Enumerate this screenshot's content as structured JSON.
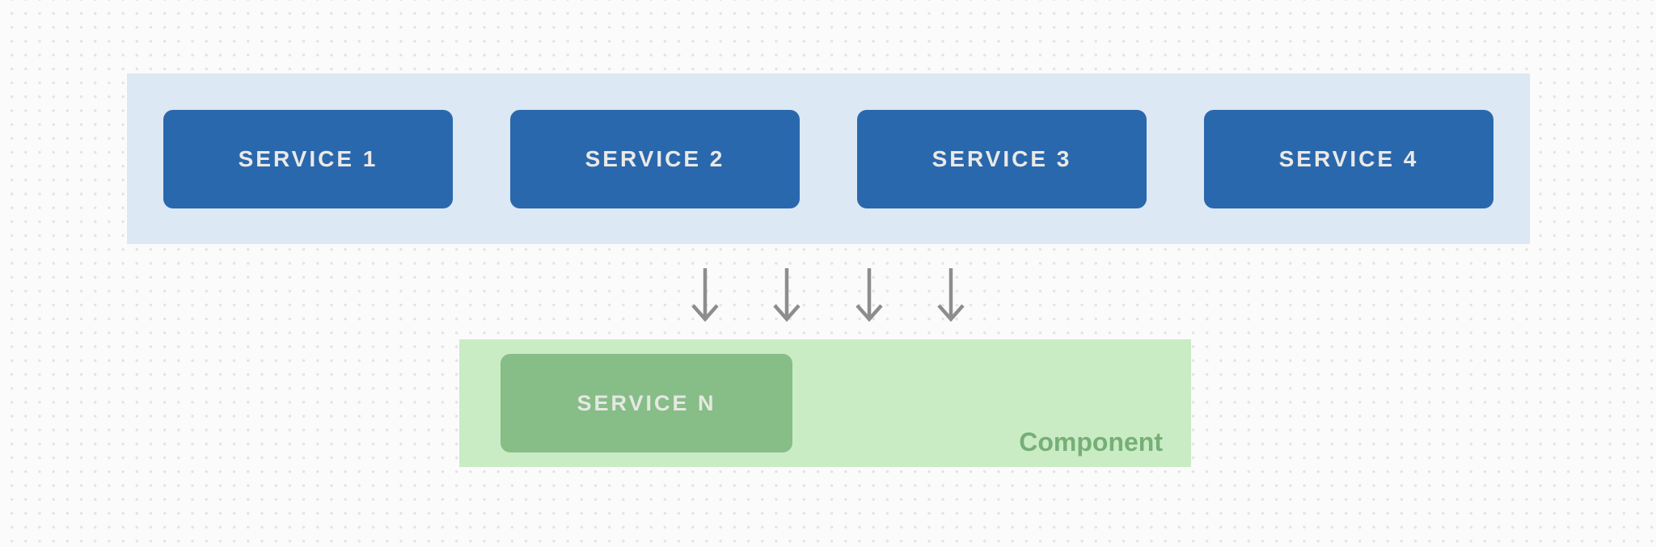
{
  "diagram": {
    "services_row": {
      "boxes": [
        {
          "label": "SERVICE 1"
        },
        {
          "label": "SERVICE 2"
        },
        {
          "label": "SERVICE 3"
        },
        {
          "label": "SERVICE 4"
        }
      ]
    },
    "arrows": {
      "icon": "arrow-down-icon",
      "count": 4,
      "direction": "down"
    },
    "component": {
      "box_label": "SERVICE N",
      "caption": "Component"
    },
    "colors": {
      "canvas_bg": "#fbfbfb",
      "canvas_dots": "#e3e3e3",
      "services_container_bg": "#dce8f3",
      "service_box_bg": "#2a68ad",
      "service_box_text": "#ebe9e6",
      "component_container_bg": "#c9ecc5",
      "component_box_bg": "#87bd87",
      "component_box_text": "#e5e8e2",
      "component_caption_text": "#77ae77",
      "arrow": "#8d8d8d"
    }
  }
}
